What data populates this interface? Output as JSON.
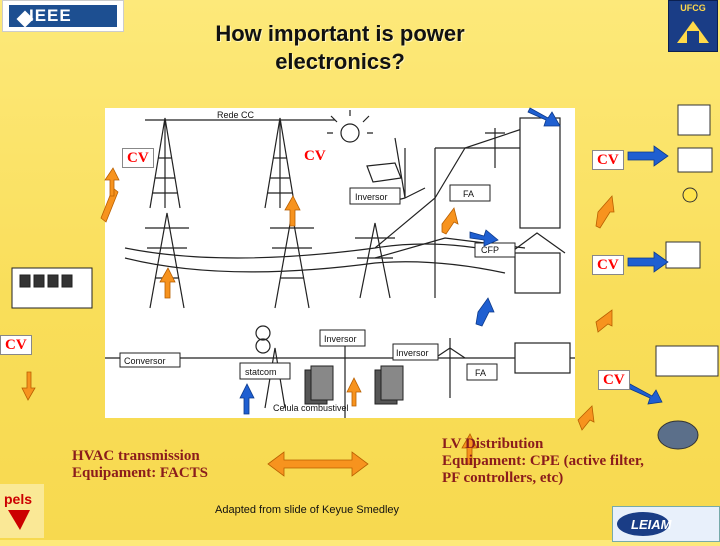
{
  "header": {
    "left_logo": "IEEE",
    "title_line1": "How important is power",
    "title_line2": "electronics?",
    "right_logo": "UFCG"
  },
  "diagram_labels": {
    "rede_cc": "Rede CC",
    "inversor_top": "Inversor",
    "fa_top": "FA",
    "cfp": "CFP",
    "conversor": "Conversor",
    "statcom": "statcom",
    "inversor_mid": "Inversor",
    "inversor_right": "Inversor",
    "fa_bottom": "FA",
    "celula": "Celula combustivel"
  },
  "cv_labels": {
    "cv1": "CV",
    "cv2": "CV",
    "cv3": "CV",
    "cv4": "CV",
    "cv5": "CV",
    "cv6": "CV"
  },
  "captions": {
    "hvac_line1": "HVAC transmission",
    "hvac_line2": "Equipament: FACTS",
    "lv_line1": "LV Distribution",
    "lv_line2": "Equipament: CPE (active filter,",
    "lv_line3": "PF controllers, etc)",
    "credit": "Adapted from slide of Keyue Smedley"
  },
  "footer": {
    "left_logo": "pels",
    "right_logo": "LEIAM"
  },
  "colors": {
    "background": "#f9de5a",
    "arrow_orange": "#f7931e",
    "arrow_blue": "#1f5fd1",
    "cv_red": "#ff0000",
    "caption": "#8b1c1c"
  }
}
